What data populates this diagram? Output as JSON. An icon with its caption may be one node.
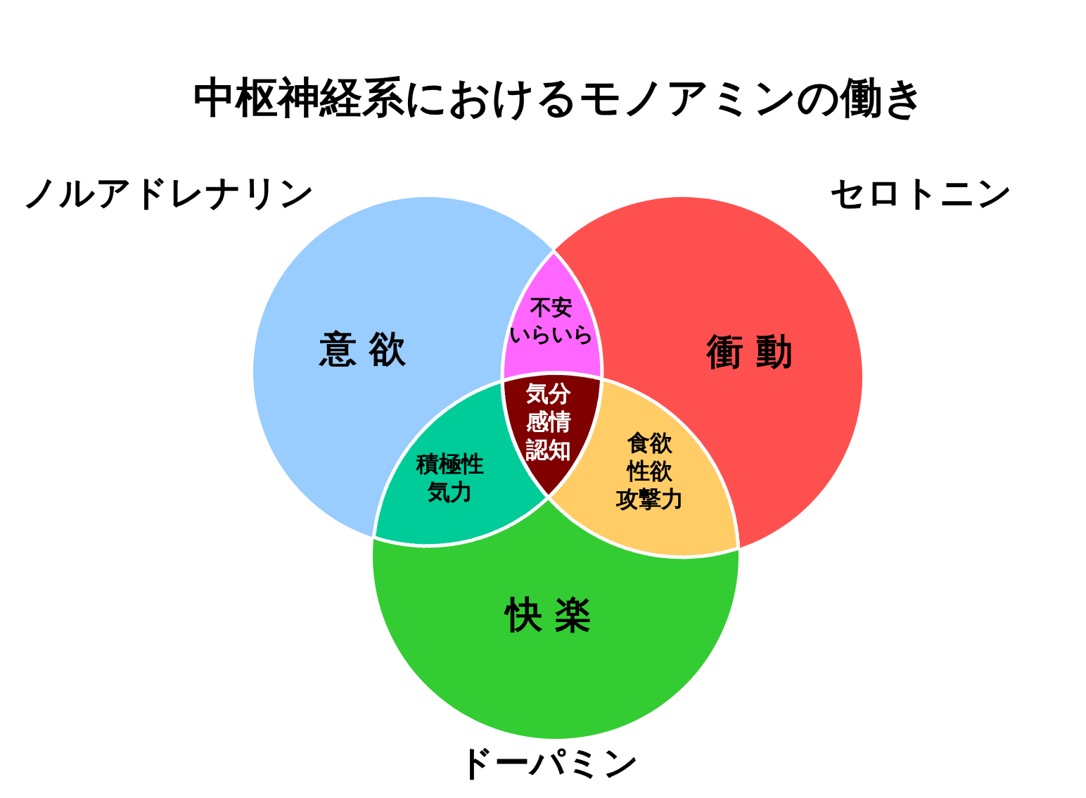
{
  "diagram": {
    "title": "中枢神経系におけるモノアミンの働き",
    "nodes": [
      {
        "text": [
          "ノルアドレナリン",
          "意 欲"
        ]
      },
      {
        "text": [
          "セロトニン",
          "衝 動"
        ]
      },
      {
        "text": [
          "快 楽",
          "ドーパミン"
        ]
      },
      {
        "text": [
          "不安",
          "いらいら"
        ]
      },
      {
        "text": [
          "気分",
          "感情",
          "認知"
        ]
      },
      {
        "text": [
          "積極性",
          "気力"
        ]
      },
      {
        "text": [
          "食欲",
          "性欲",
          "攻撃力"
        ]
      }
    ]
  }
}
